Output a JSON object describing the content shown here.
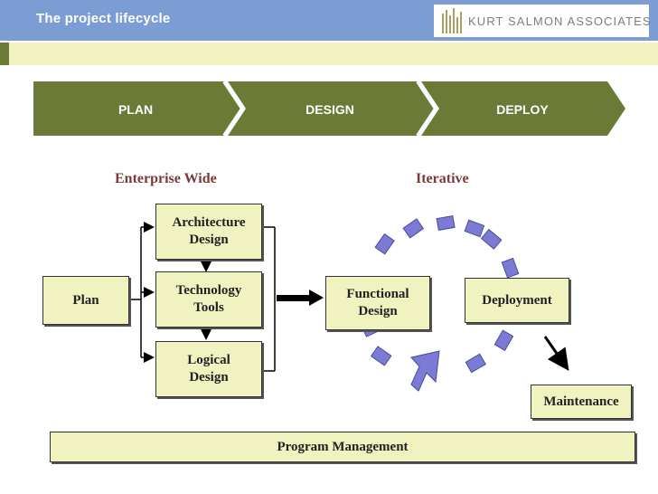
{
  "header": {
    "title": "The project lifecycle"
  },
  "logo": {
    "text": "KURT SALMON ASSOCIATES"
  },
  "phases": [
    "PLAN",
    "DESIGN",
    "DEPLOY"
  ],
  "sections": {
    "enterprise_wide": "Enterprise Wide",
    "iterative": "Iterative"
  },
  "boxes": {
    "plan": "Plan",
    "architecture_design": "Architecture\nDesign",
    "technology_tools": "Technology\nTools",
    "logical_design": "Logical\nDesign",
    "functional_design": "Functional\nDesign",
    "deployment": "Deployment",
    "maintenance": "Maintenance",
    "program_management": "Program Management"
  },
  "colors": {
    "header_blue": "#7c9dd3",
    "olive": "#6b7a36",
    "box_fill": "#f0f2c0",
    "label_red": "#7b3a3a",
    "cycle_blue": "#7b7bd6"
  },
  "icons": [
    "logo-mark-icon",
    "cycle-arrow-icon"
  ]
}
